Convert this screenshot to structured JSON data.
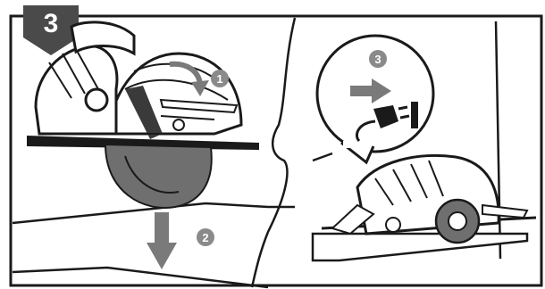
{
  "figure": {
    "step_badge": "3",
    "callouts": [
      "1",
      "2",
      "3"
    ],
    "colors": {
      "ink": "#1a1a1a",
      "badge": "#4a4a4a",
      "callout": "#8a8a8a",
      "blade": "#6f6f6f",
      "arrow": "#7a7a7a",
      "background": "#ffffff"
    },
    "icons": [
      "circular-saw-icon",
      "arrow-down-icon",
      "arrow-right-icon",
      "power-plug-icon",
      "wall-socket-icon"
    ]
  }
}
